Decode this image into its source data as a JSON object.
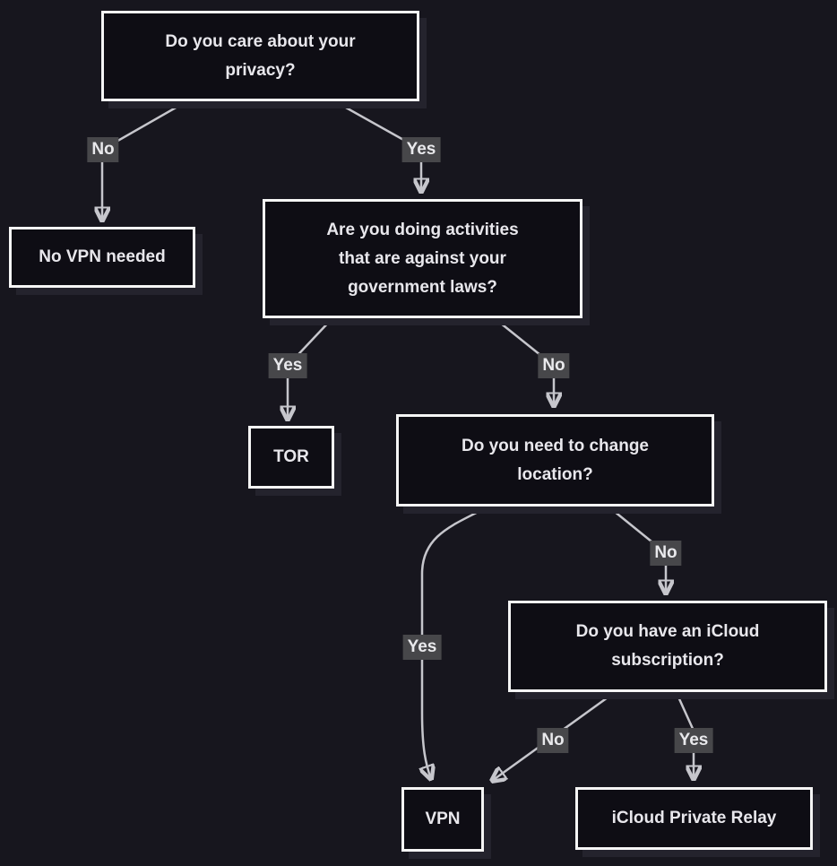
{
  "diagram": {
    "type": "flowchart",
    "nodes": {
      "privacy_q": {
        "label": "Do you care about your\nprivacy?",
        "kind": "question"
      },
      "no_vpn": {
        "label": "No VPN needed",
        "kind": "result"
      },
      "gov_laws_q": {
        "label": "Are you doing activities\nthat are against your\ngovernment laws?",
        "kind": "question"
      },
      "tor": {
        "label": "TOR",
        "kind": "result"
      },
      "location_q": {
        "label": "Do you need to change\nlocation?",
        "kind": "question"
      },
      "icloud_q": {
        "label": "Do you have an iCloud\nsubscription?",
        "kind": "question"
      },
      "vpn": {
        "label": "VPN",
        "kind": "result"
      },
      "private_relay": {
        "label": "iCloud Private Relay",
        "kind": "result"
      }
    },
    "edges": {
      "privacy_no": {
        "from": "privacy_q",
        "to": "no_vpn",
        "label": "No"
      },
      "privacy_yes": {
        "from": "privacy_q",
        "to": "gov_laws_q",
        "label": "Yes"
      },
      "gov_yes": {
        "from": "gov_laws_q",
        "to": "tor",
        "label": "Yes"
      },
      "gov_no": {
        "from": "gov_laws_q",
        "to": "location_q",
        "label": "No"
      },
      "location_yes": {
        "from": "location_q",
        "to": "vpn",
        "label": "Yes"
      },
      "location_no": {
        "from": "location_q",
        "to": "icloud_q",
        "label": "No"
      },
      "icloud_no": {
        "from": "icloud_q",
        "to": "vpn",
        "label": "No"
      },
      "icloud_yes": {
        "from": "icloud_q",
        "to": "private_relay",
        "label": "Yes"
      }
    },
    "colors": {
      "background": "#17161e",
      "node_fill": "#0e0d14",
      "node_border": "#f5f5f5",
      "node_text": "#e8e7ec",
      "node_shadow": "#24232d",
      "edge_line": "#c6c6cc",
      "edge_label_bg": "#47474a",
      "edge_label_text": "#e9e9ec"
    }
  }
}
